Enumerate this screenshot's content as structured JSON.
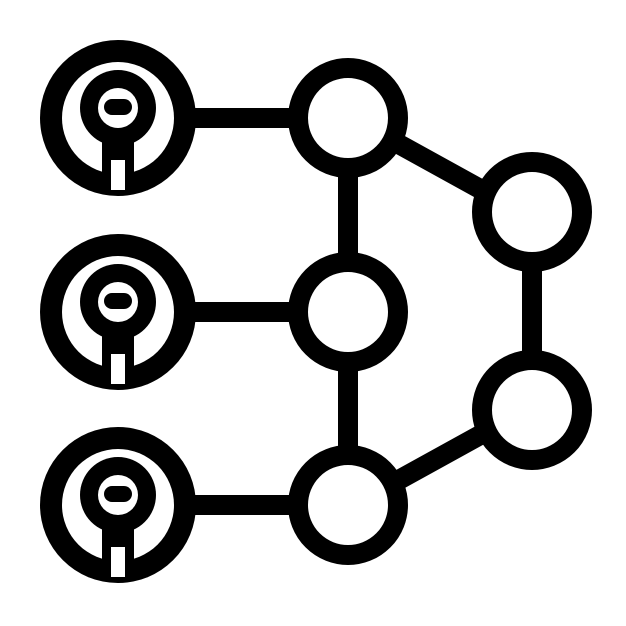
{
  "icon": {
    "subject": "network-nodes-icon",
    "stroke_color": "#000000",
    "fill_color": "#ffffff",
    "background": "#ffffff",
    "key_nodes": [
      {
        "id": "key-node-top",
        "icon": "key-icon"
      },
      {
        "id": "key-node-middle",
        "icon": "key-icon"
      },
      {
        "id": "key-node-bottom",
        "icon": "key-icon"
      }
    ],
    "hub_nodes": [
      {
        "id": "hub-node-top"
      },
      {
        "id": "hub-node-middle"
      },
      {
        "id": "hub-node-bottom"
      }
    ],
    "right_nodes": [
      {
        "id": "right-node-upper"
      },
      {
        "id": "right-node-lower"
      }
    ]
  }
}
